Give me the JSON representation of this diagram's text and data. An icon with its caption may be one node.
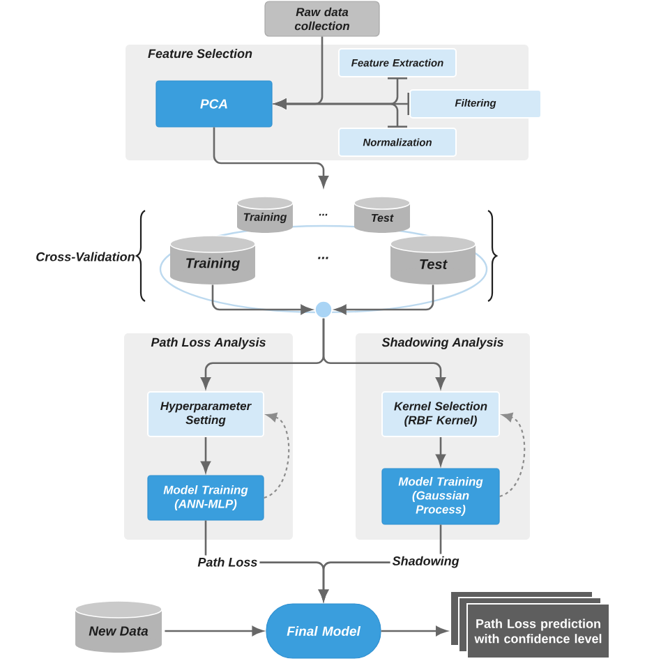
{
  "diagram": {
    "nodes": [
      {
        "text": [
          "Raw data collection"
        ]
      },
      {
        "text": [
          "Feature Selection"
        ]
      },
      {
        "text": [
          "Feature Extraction"
        ],
        "in": 1
      },
      {
        "text": [
          "PCA"
        ],
        "in": 1
      },
      {
        "text": [
          "Filtering"
        ]
      },
      {
        "text": [
          "Normalization"
        ],
        "in": 1
      },
      {
        "text": [
          "Training"
        ]
      },
      {
        "text": [
          "Test"
        ]
      },
      {
        "text": [
          "Training"
        ]
      },
      {
        "text": [
          "Test"
        ]
      },
      {
        "text": [],
        "shape": "circle"
      },
      {
        "text": [
          "Path Loss Analysis"
        ]
      },
      {
        "text": [
          "Hyperparameter Setting"
        ],
        "in": 11
      },
      {
        "text": [
          "Model Training (ANN-MLP)"
        ],
        "in": 11
      },
      {
        "text": [
          "Shadowing Analysis"
        ]
      },
      {
        "text": [
          "Kernel Selection (RBF Kernel)"
        ],
        "in": 14
      },
      {
        "text": [
          "Model Training (Gaussian Process)"
        ],
        "in": 14
      },
      {
        "text": [
          "New Data"
        ]
      },
      {
        "text": [
          "Final Model"
        ]
      },
      {
        "text": [
          "Path Loss prediction with confidence level"
        ]
      }
    ],
    "edges": [
      {
        "from": 0,
        "to": 3,
        "arrow": "to"
      },
      {
        "from": 2,
        "to": 3,
        "arrow": "to"
      },
      {
        "from": 4,
        "to": 3,
        "arrow": "to"
      },
      {
        "from": 5,
        "to": 3,
        "arrow": "to"
      },
      {
        "from": 3,
        "to": null,
        "arrow": "to"
      },
      {
        "from": 8,
        "to": 10,
        "arrow": "to"
      },
      {
        "from": 9,
        "to": 10,
        "arrow": "to"
      },
      {
        "from": 10,
        "to": 12,
        "arrow": "to"
      },
      {
        "from": 10,
        "to": 15,
        "arrow": "to"
      },
      {
        "from": 12,
        "to": 13,
        "arrow": "to"
      },
      {
        "from": 13,
        "to": 12,
        "arrow": "to",
        "style": "dashed",
        "color": "#8c8c8c"
      },
      {
        "from": 15,
        "to": 16,
        "arrow": "to"
      },
      {
        "from": 16,
        "to": 15,
        "arrow": "to",
        "style": "dashed",
        "color": "#8c8c8c"
      },
      {
        "from": 13,
        "to": 18,
        "arrow": "to",
        "label": "Path Loss"
      },
      {
        "from": 16,
        "to": 18,
        "arrow": "to",
        "label": "Shadowing"
      },
      {
        "from": 17,
        "to": 18,
        "arrow": "to"
      },
      {
        "from": 18,
        "to": 19,
        "arrow": "to"
      }
    ],
    "labels": [
      "Cross-Validation",
      "...",
      "..."
    ]
  }
}
